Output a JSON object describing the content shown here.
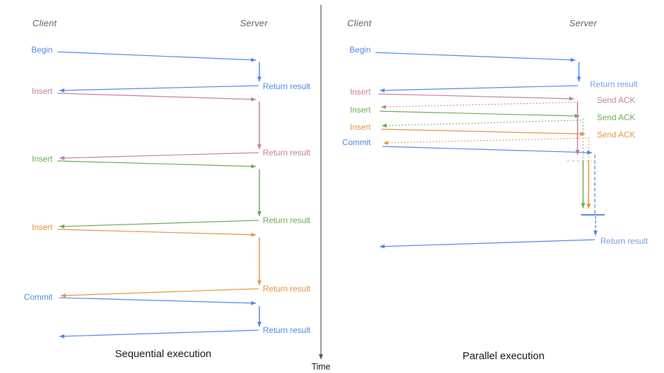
{
  "colors": {
    "blue": "#4a86e8",
    "lightBlue": "#6d9eeb",
    "pink": "#c27ba0",
    "pinkLight": "#d5a6bd",
    "green": "#6aa84f",
    "orange": "#e69138",
    "axis": "#4d4d4d",
    "header": "#5e5e5e",
    "title": "#111111"
  },
  "time_axis": {
    "label": "Time"
  },
  "sequential": {
    "title": "Sequential execution",
    "client_header": "Client",
    "server_header": "Server",
    "steps": [
      {
        "request": "Begin",
        "color": "blue",
        "response": "Return result"
      },
      {
        "request": "Insert",
        "color": "pink",
        "response": "Return result"
      },
      {
        "request": "Insert",
        "color": "green",
        "response": "Return result"
      },
      {
        "request": "Insert",
        "color": "orange",
        "response": "Return result"
      },
      {
        "request": "Commit",
        "color": "blue",
        "response": "Return result"
      }
    ]
  },
  "parallel": {
    "title": "Parallel execution",
    "client_header": "Client",
    "server_header": "Server",
    "steps": [
      {
        "request": "Begin",
        "color": "blue",
        "response": "Return result"
      },
      {
        "request": "Insert",
        "color": "pink",
        "response": "Send ACK"
      },
      {
        "request": "Insert",
        "color": "green",
        "response": "Send ACK"
      },
      {
        "request": "Insert",
        "color": "orange",
        "response": "Send ACK"
      },
      {
        "request": "Commit",
        "color": "blue",
        "response": "Return result"
      }
    ]
  }
}
